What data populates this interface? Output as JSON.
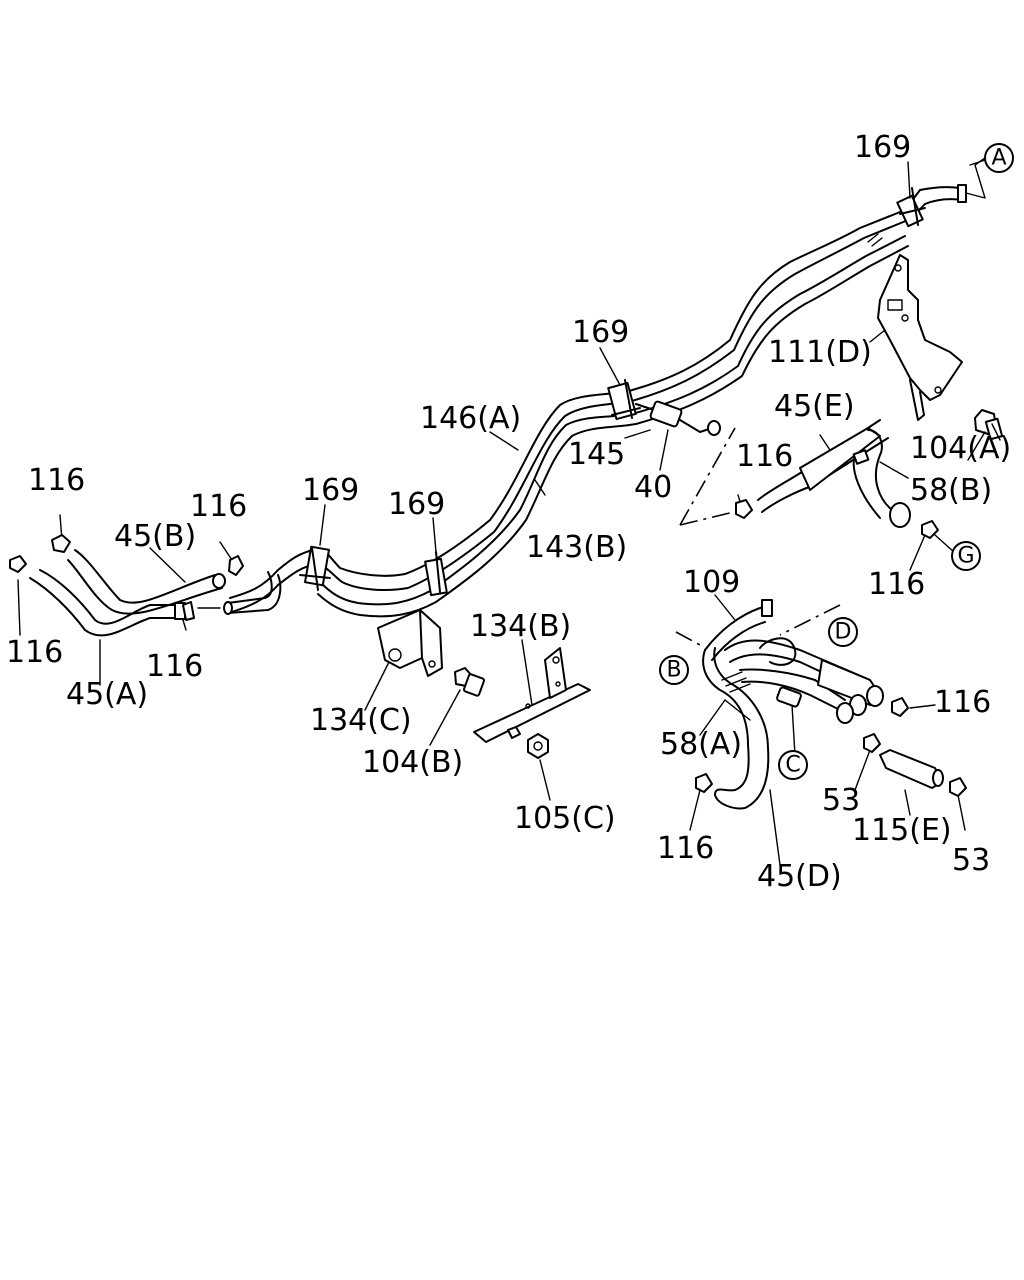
{
  "labels": {
    "l169_top": "169",
    "l169_mid": "169",
    "l169_left": "169",
    "l169_leftmid": "169",
    "l111d": "111(D)",
    "l104a": "104(A)",
    "l146a": "146(A)",
    "l145": "145",
    "l40": "40",
    "l45e": "45(E)",
    "l58b": "58(B)",
    "l116_e": "116",
    "l116_g": "116",
    "l143b": "143(B)",
    "l116_tl": "116",
    "l45b": "45(B)",
    "l116_l2": "116",
    "l116_bl": "116",
    "l116_a": "116",
    "l45a": "45(A)",
    "l134b": "134(B)",
    "l134c": "134(C)",
    "l104b": "104(B)",
    "l105c": "105(C)",
    "l109": "109",
    "l116_r": "116",
    "l58a": "58(A)",
    "l53_1": "53",
    "l53_2": "53",
    "l115e": "115(E)",
    "l116_b": "116",
    "l45d": "45(D)"
  },
  "refs": {
    "A": "A",
    "G": "G",
    "D": "D",
    "B": "B",
    "C": "C"
  }
}
